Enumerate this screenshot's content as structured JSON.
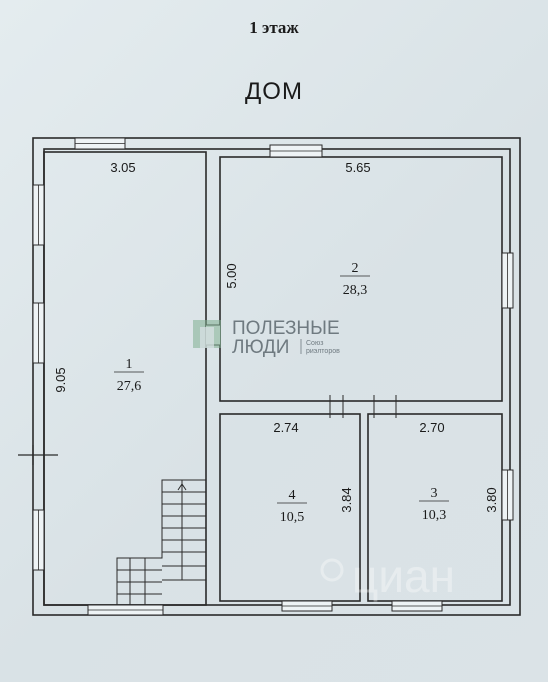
{
  "header": {
    "floor_title": "1 этаж",
    "building_title": "ДОМ"
  },
  "dimensions": {
    "room1_width": "3.05",
    "room1_height": "9.05",
    "room2_width": "5.65",
    "room2_height": "5.00",
    "room4_width": "2.74",
    "room4_height": "3.84",
    "room3_width": "2.70",
    "room3_height": "3.80"
  },
  "rooms": [
    {
      "number": "1",
      "area": "27,6"
    },
    {
      "number": "2",
      "area": "28,3"
    },
    {
      "number": "3",
      "area": "10,3"
    },
    {
      "number": "4",
      "area": "10,5"
    }
  ],
  "watermark": {
    "line1": "ПОЛЕЗНЫЕ",
    "line2": "ЛЮДИ",
    "small1": "Союз",
    "small2": "риэлторов",
    "cian": "циан"
  },
  "colors": {
    "wall": "#2a2a2a",
    "logo_green": "#7fae8f",
    "watermark": "#6f7a80"
  }
}
